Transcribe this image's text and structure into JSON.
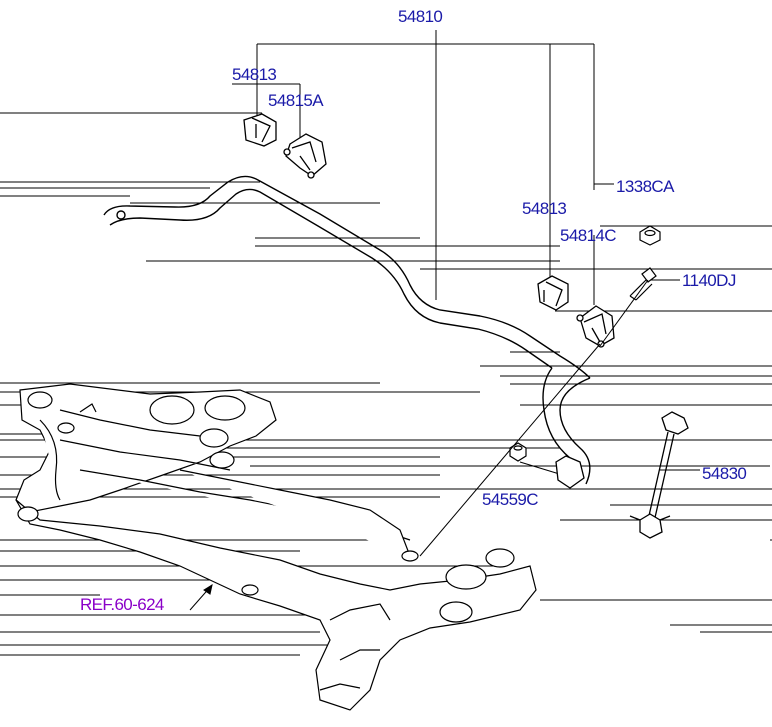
{
  "labels": {
    "top": "54810",
    "left_bush": "54813",
    "left_bracket": "54815A",
    "right_bush": "54813",
    "right_bracket": "54814C",
    "nut": "1338CA",
    "bolt": "1140DJ",
    "link": "54830",
    "lower_nut": "54559C",
    "ref": "REF.60-624"
  },
  "colors": {
    "part_label": "#1a1aa8",
    "ref_label": "#8a00c8",
    "linework": "#000000"
  }
}
